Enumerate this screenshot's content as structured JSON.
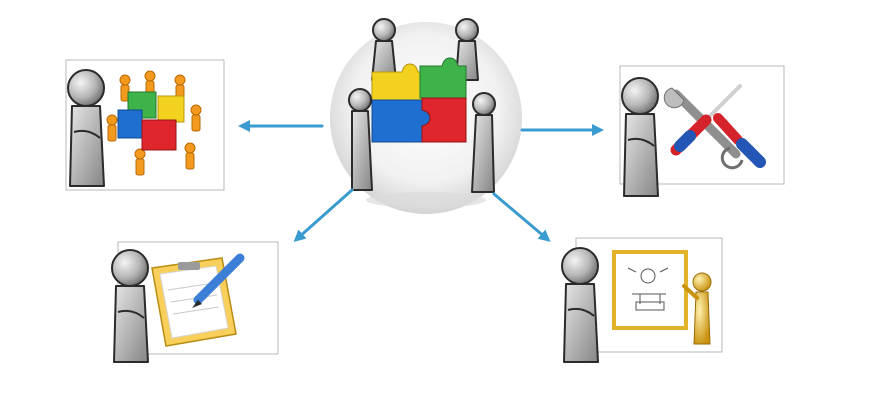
{
  "colors": {
    "arrow": "#3a9bd0",
    "figure_gray": "#9a9a9a",
    "figure_dark": "#2b2b2b",
    "puzzle_yellow": "#f2d21e",
    "puzzle_green": "#3db34a",
    "puzzle_blue": "#1f6fd1",
    "puzzle_red": "#e0262d",
    "puzzle_orange": "#f39a1e",
    "clipboard": "#f7cf5a",
    "pencil": "#3d7fd6",
    "screwdriver_red": "#d4232a",
    "screwdriver_blue": "#2456b5",
    "gold_figure": "#e2b22a"
  },
  "diagram": {
    "center": {
      "icon": "puzzle-team-icon"
    },
    "panels": [
      {
        "id": "top-left",
        "icon": "puzzle-crowd-icon"
      },
      {
        "id": "top-right",
        "icon": "tools-icon"
      },
      {
        "id": "bottom-left",
        "icon": "clipboard-pencil-icon"
      },
      {
        "id": "bottom-right",
        "icon": "whiteboard-presenter-icon"
      }
    ],
    "arrows": [
      {
        "from": "center",
        "to": "top-left"
      },
      {
        "from": "center",
        "to": "top-right"
      },
      {
        "from": "center",
        "to": "bottom-left"
      },
      {
        "from": "center",
        "to": "bottom-right"
      }
    ]
  }
}
